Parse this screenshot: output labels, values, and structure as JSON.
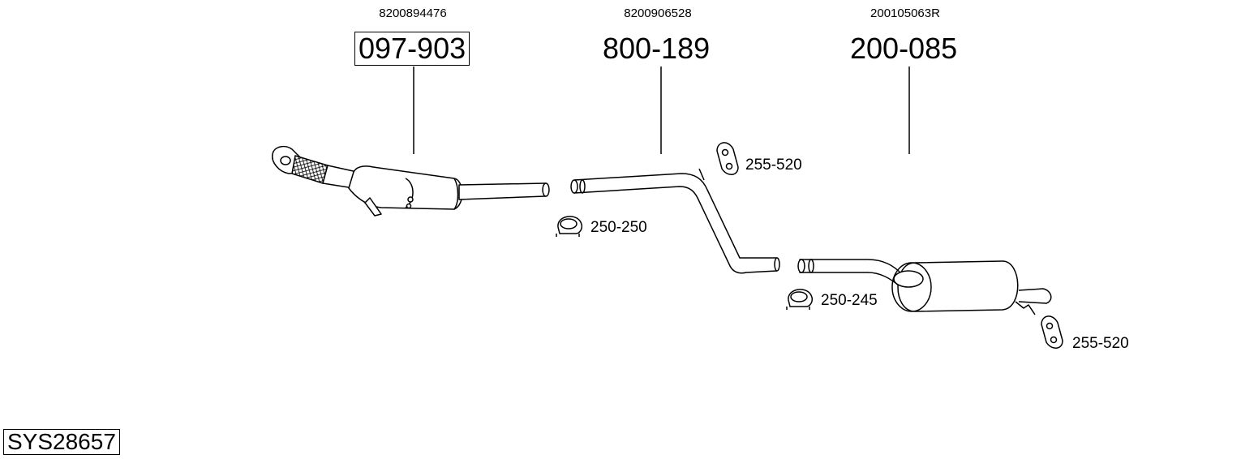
{
  "parts": [
    {
      "oem": "8200894476",
      "number": "097-903",
      "boxed": true
    },
    {
      "oem": "8200906528",
      "number": "800-189",
      "boxed": false
    },
    {
      "oem": "200105063R",
      "number": "200-085",
      "boxed": false
    }
  ],
  "accessories": [
    {
      "label": "255-520",
      "icon": "rubber-hanger-icon"
    },
    {
      "label": "250-250",
      "icon": "pipe-clamp-icon"
    },
    {
      "label": "250-245",
      "icon": "pipe-clamp-icon"
    },
    {
      "label": "255-520",
      "icon": "rubber-hanger-icon"
    }
  ],
  "system_code": "SYS28657"
}
